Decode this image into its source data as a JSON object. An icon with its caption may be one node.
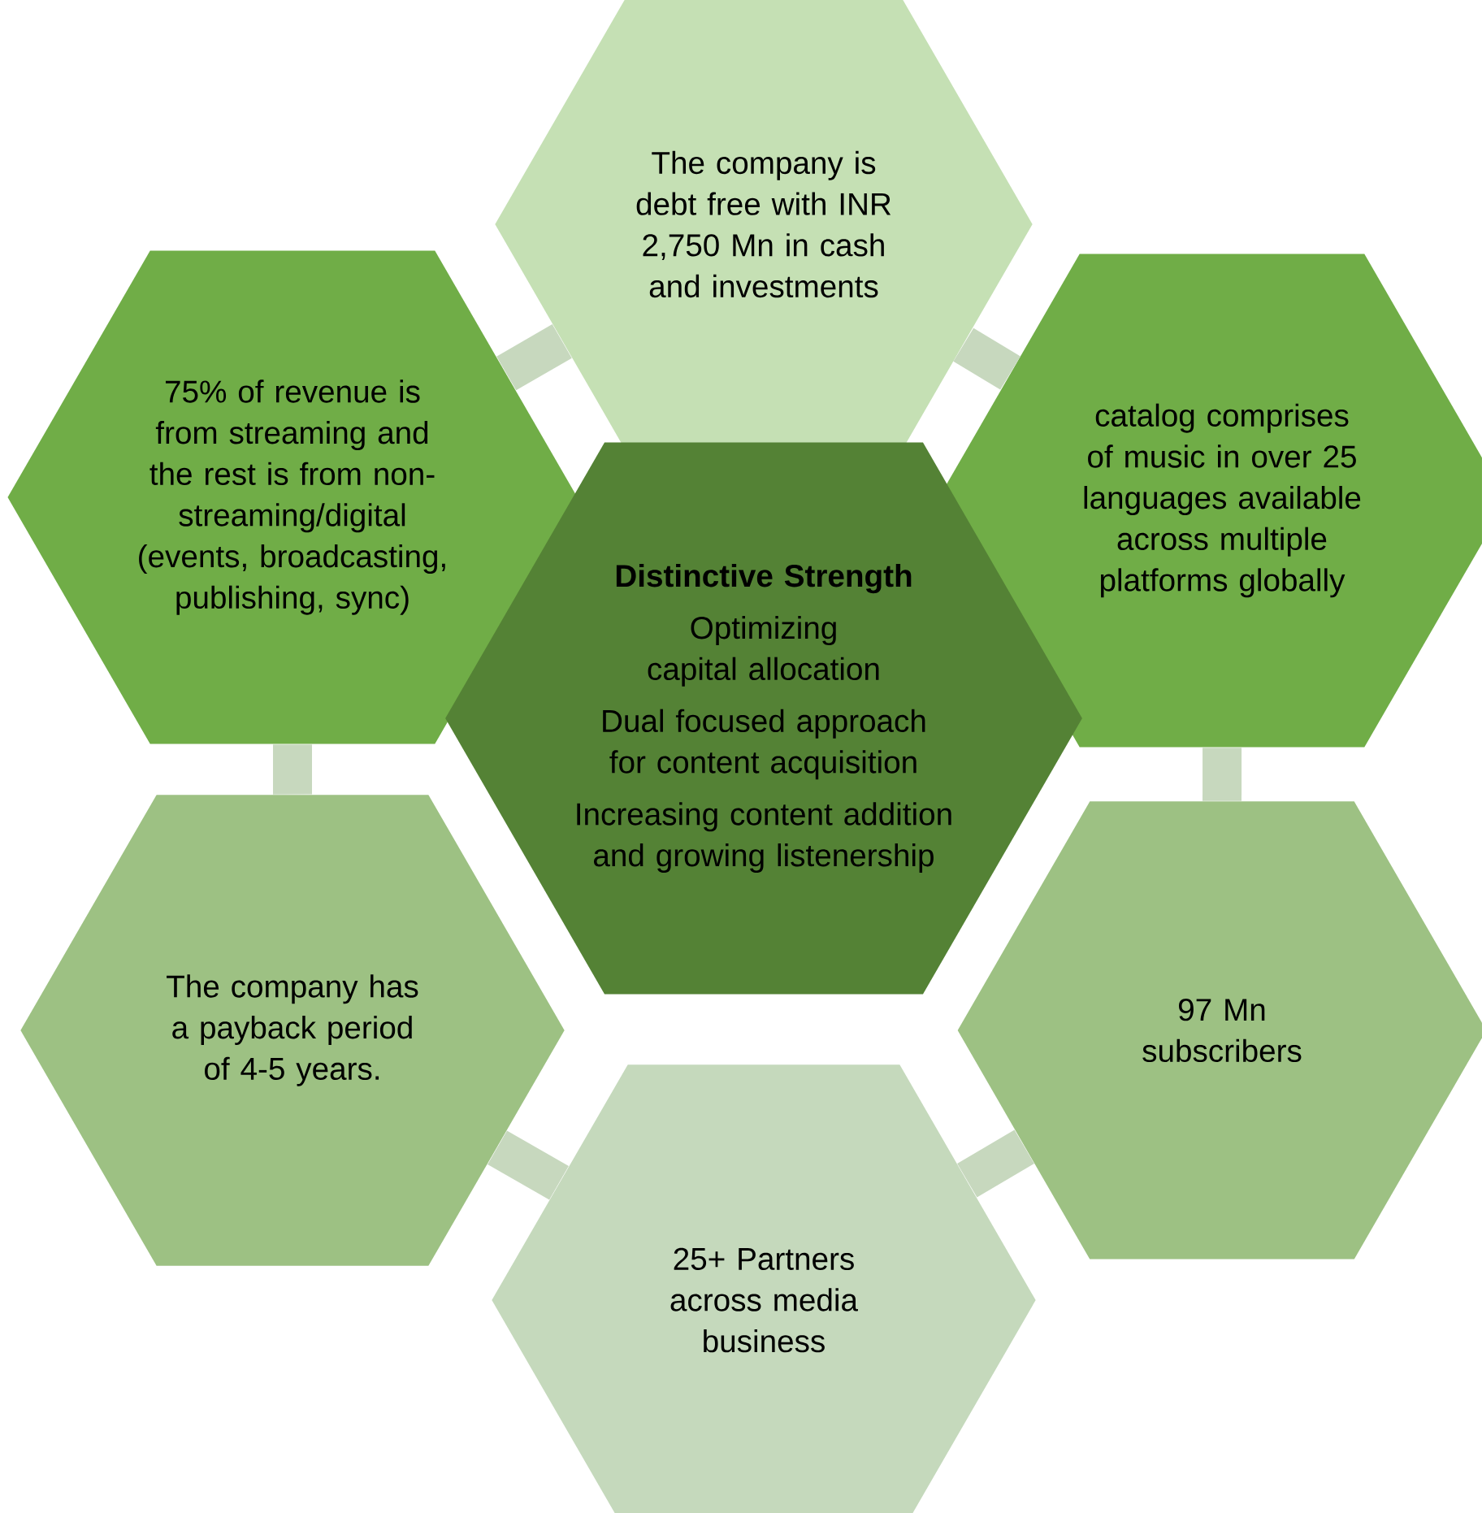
{
  "diagram": {
    "nodes": [
      {
        "text": [
          "The company is debt free with INR 2,750 Mn in cash and investments"
        ]
      },
      {
        "text": [
          "75% of revenue  is from streaming and the rest is from non-streaming/digital (events, broadcasting, publishing, sync)"
        ]
      },
      {
        "text": [
          "catalog comprises of music in over 25 languages available across multiple platforms globally"
        ]
      },
      {
        "text": [
          "Distinctive Strength",
          "Optimizing capital allocation",
          "Dual focused approach for content acquisition",
          "Increasing content addition and growing listenership"
        ]
      },
      {
        "text": [
          "The company has a payback period of 4-5 years."
        ]
      },
      {
        "text": [
          "97 Mn subscribers"
        ]
      },
      {
        "text": [
          "25+ Partners across media business"
        ]
      }
    ],
    "edges": [
      {
        "from": 0,
        "to": 1,
        "arrow": "none"
      },
      {
        "from": 0,
        "to": 2,
        "arrow": "none"
      },
      {
        "from": 2,
        "to": 5,
        "arrow": "none"
      },
      {
        "from": 5,
        "to": 6,
        "arrow": "none"
      },
      {
        "from": 6,
        "to": 4,
        "arrow": "none"
      },
      {
        "from": 4,
        "to": 1,
        "arrow": "none"
      }
    ]
  }
}
